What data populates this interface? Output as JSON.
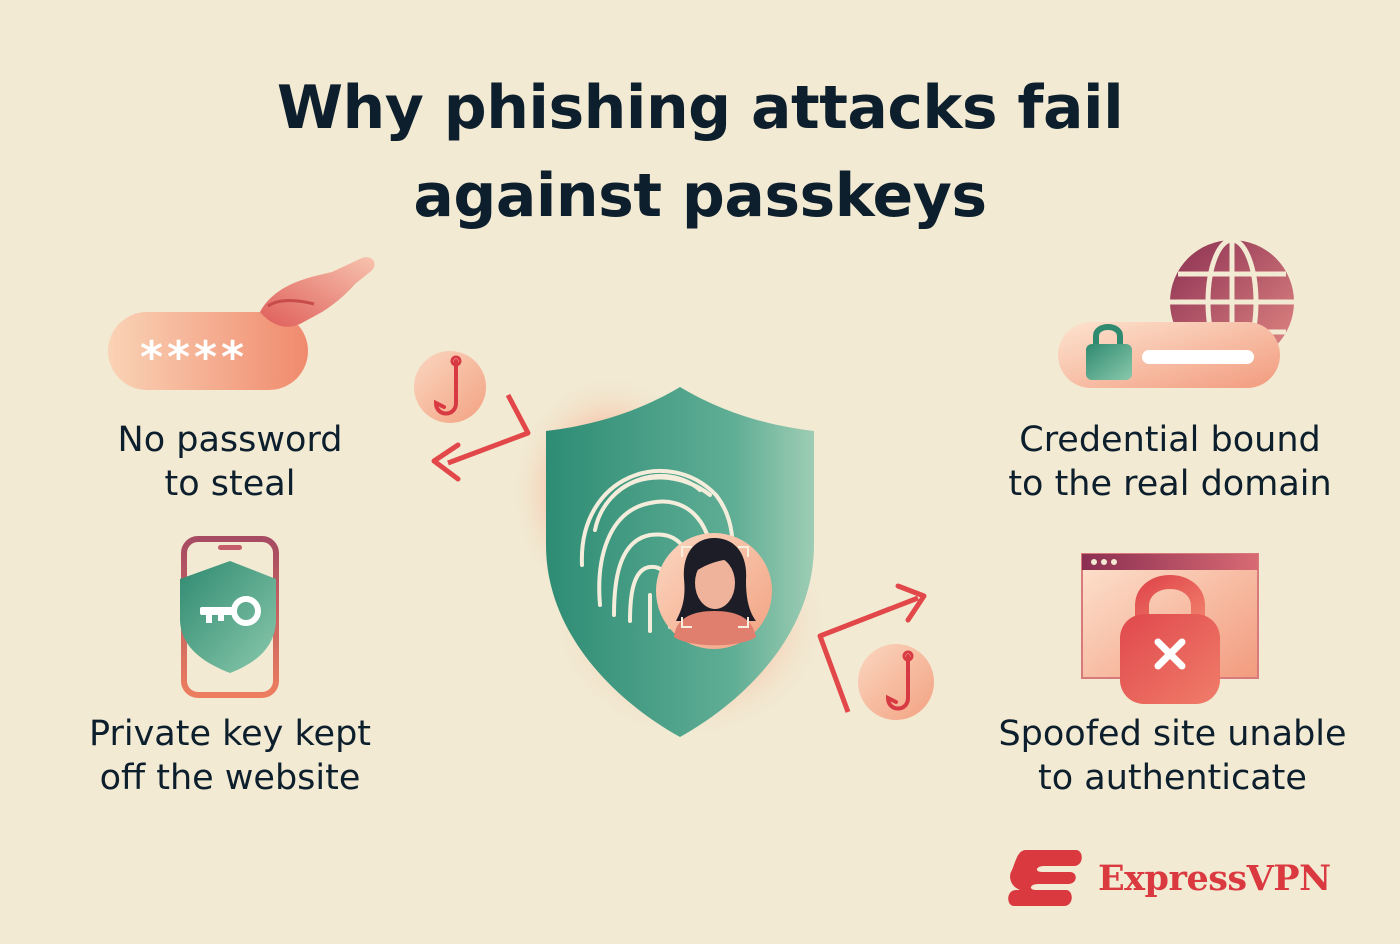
{
  "title": {
    "line1": "Why phishing attacks fail",
    "line2": "against passkeys"
  },
  "features": [
    {
      "line1": "No password",
      "line2": "to steal",
      "icon": "password-field-icon"
    },
    {
      "line1": "Private key kept",
      "line2": "off the website",
      "icon": "phone-key-shield-icon"
    },
    {
      "line1": "Credential bound",
      "line2": "to the real domain",
      "icon": "globe-lock-icon"
    },
    {
      "line1": "Spoofed site unable",
      "line2": "to authenticate",
      "icon": "browser-locked-x-icon"
    }
  ],
  "center": {
    "icon": "fingerprint-shield-icon",
    "hooks": [
      "fishing-hook-icon",
      "fishing-hook-icon"
    ]
  },
  "password_mask": "****",
  "brand": {
    "name": "ExpressVPN"
  },
  "colors": {
    "background": "#f2ead3",
    "text": "#0d1f2d",
    "accent_red": "#da3940",
    "shield_green": "#3f9f86",
    "peach": "#f3a284"
  }
}
